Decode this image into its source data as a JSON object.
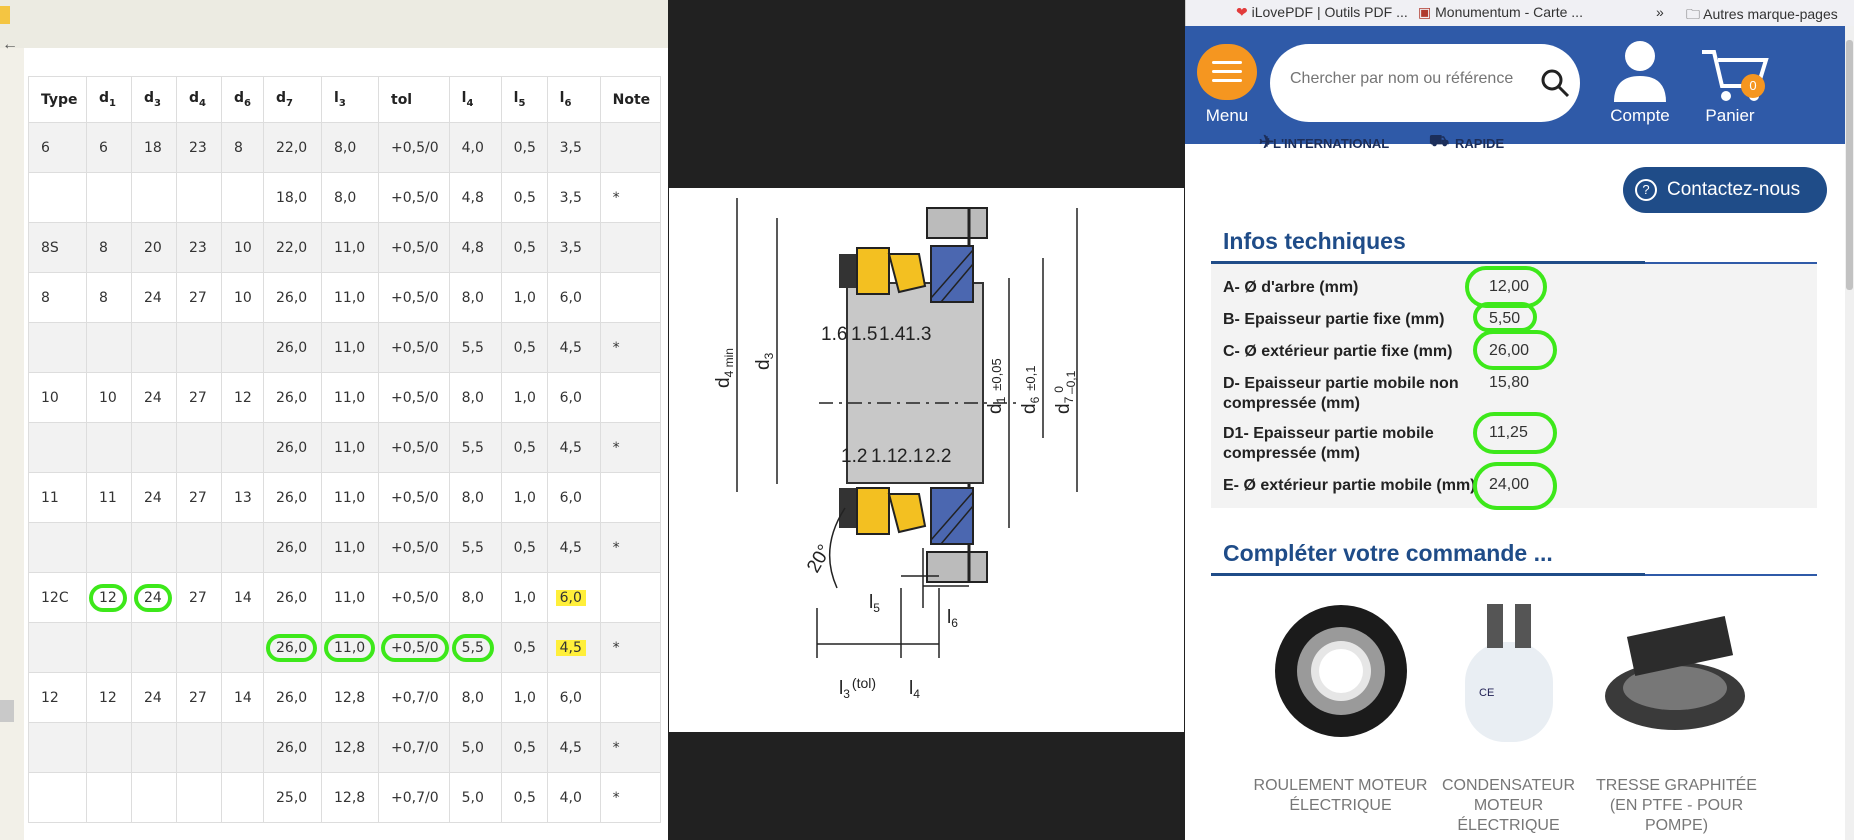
{
  "table": {
    "headers": [
      {
        "main": "Type",
        "sub": ""
      },
      {
        "main": "d",
        "sub": "1"
      },
      {
        "main": "d",
        "sub": "3"
      },
      {
        "main": "d",
        "sub": "4"
      },
      {
        "main": "d",
        "sub": "6"
      },
      {
        "main": "d",
        "sub": "7"
      },
      {
        "main": "l",
        "sub": "3"
      },
      {
        "main": "tol",
        "sub": ""
      },
      {
        "main": "l",
        "sub": "4"
      },
      {
        "main": "l",
        "sub": "5"
      },
      {
        "main": "l",
        "sub": "6"
      },
      {
        "main": "Note",
        "sub": ""
      }
    ],
    "rows": [
      [
        "6",
        "6",
        "18",
        "23",
        "8",
        "22,0",
        "8,0",
        "+0,5/0",
        "4,0",
        "0,5",
        "3,5",
        ""
      ],
      [
        "",
        "",
        "",
        "",
        "",
        "18,0",
        "8,0",
        "+0,5/0",
        "4,8",
        "0,5",
        "3,5",
        "*"
      ],
      [
        "8S",
        "8",
        "20",
        "23",
        "10",
        "22,0",
        "11,0",
        "+0,5/0",
        "4,8",
        "0,5",
        "3,5",
        ""
      ],
      [
        "8",
        "8",
        "24",
        "27",
        "10",
        "26,0",
        "11,0",
        "+0,5/0",
        "8,0",
        "1,0",
        "6,0",
        ""
      ],
      [
        "",
        "",
        "",
        "",
        "",
        "26,0",
        "11,0",
        "+0,5/0",
        "5,5",
        "0,5",
        "4,5",
        "*"
      ],
      [
        "10",
        "10",
        "24",
        "27",
        "12",
        "26,0",
        "11,0",
        "+0,5/0",
        "8,0",
        "1,0",
        "6,0",
        ""
      ],
      [
        "",
        "",
        "",
        "",
        "",
        "26,0",
        "11,0",
        "+0,5/0",
        "5,5",
        "0,5",
        "4,5",
        "*"
      ],
      [
        "11",
        "11",
        "24",
        "27",
        "13",
        "26,0",
        "11,0",
        "+0,5/0",
        "8,0",
        "1,0",
        "6,0",
        ""
      ],
      [
        "",
        "",
        "",
        "",
        "",
        "26,0",
        "11,0",
        "+0,5/0",
        "5,5",
        "0,5",
        "4,5",
        "*"
      ],
      [
        "12C",
        "12",
        "24",
        "27",
        "14",
        "26,0",
        "11,0",
        "+0,5/0",
        "8,0",
        "1,0",
        "6,0",
        ""
      ],
      [
        "",
        "",
        "",
        "",
        "",
        "26,0",
        "11,0",
        "+0,5/0",
        "5,5",
        "0,5",
        "4,5",
        "*"
      ],
      [
        "12",
        "12",
        "24",
        "27",
        "14",
        "26,0",
        "12,8",
        "+0,7/0",
        "8,0",
        "1,0",
        "6,0",
        ""
      ],
      [
        "",
        "",
        "",
        "",
        "",
        "26,0",
        "12,8",
        "+0,7/0",
        "5,0",
        "0,5",
        "4,5",
        "*"
      ],
      [
        "",
        "",
        "",
        "",
        "",
        "25,0",
        "12,8",
        "+0,7/0",
        "5,0",
        "0,5",
        "4,0",
        "*"
      ]
    ]
  },
  "drawing": {
    "part_labels": [
      "1.6",
      "1.5",
      "1.4",
      "1.3",
      "1.2",
      "1.1",
      "2.1",
      "2.2"
    ],
    "dims": {
      "d4": "d",
      "d4_sub": "4 min",
      "d3": "d",
      "d3_sub": "3",
      "d1": "d",
      "d1_sub": "1",
      "d1_tol": "±0,05",
      "d6": "d",
      "d6_sub": "6",
      "d6_tol": "±0,1",
      "d7": "d",
      "d7_sub": "7",
      "d7_tol_top": "0",
      "d7_tol_bot": "–0,1",
      "l5": "l",
      "l5_sub": "5",
      "l6": "l",
      "l6_sub": "6",
      "l3": "l",
      "l3_sub": "3",
      "l3_tol": "(tol)",
      "l4": "l",
      "l4_sub": "4",
      "angle": "20°"
    }
  },
  "bookmarks": [
    "iLovePDF | Outils PDF ...",
    "Monumentum - Carte ...",
    "Autres marque-pages"
  ],
  "header": {
    "menu": "Menu",
    "search_placeholder": "Chercher par nom ou référence",
    "account": "Compte",
    "cart": "Panier",
    "cart_count": "0"
  },
  "banner": {
    "left": "L'INTERNATIONAL",
    "right": "RAPIDE"
  },
  "contact": "Contactez-nous",
  "infos": {
    "title": "Infos techniques",
    "rows": [
      {
        "label": "A- Ø d'arbre (mm)",
        "value": "12,00"
      },
      {
        "label": "B- Epaisseur partie fixe (mm)",
        "value": "5,50"
      },
      {
        "label": "C- Ø extérieur partie fixe (mm)",
        "value": "26,00"
      },
      {
        "label": "D- Epaisseur partie mobile non compressée (mm)",
        "value": "15,80"
      },
      {
        "label": "D1- Epaisseur partie mobile compressée (mm)",
        "value": "11,25"
      },
      {
        "label": "E- Ø extérieur partie mobile (mm)",
        "value": "24,00"
      }
    ]
  },
  "complete": {
    "title": "Compléter votre commande ...",
    "products": [
      "ROULEMENT MOTEUR ÉLECTRIQUE",
      "CONDENSATEUR MOTEUR ÉLECTRIQUE",
      "TRESSE GRAPHITÉE (EN PTFE - POUR POMPE)"
    ]
  },
  "colors": {
    "brand_blue": "#2f5aa8",
    "orange": "#f59620",
    "highlight_green": "#3de81a",
    "highlight_yellow": "#ffef3a"
  }
}
